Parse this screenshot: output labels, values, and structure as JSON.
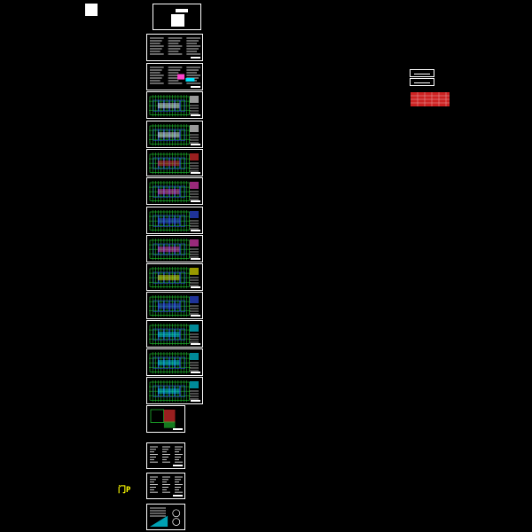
{
  "canvas": {
    "background": "#000000",
    "colors": {
      "border": "#ffffff",
      "grid": "#22cc33",
      "plan_lines": "#3355ff",
      "accent_cyan": "#00e5ff",
      "accent_magenta": "#ff44cc",
      "accent_red": "#ff3333",
      "accent_yellow": "#ffff00"
    }
  },
  "stray_label": {
    "text": "门P"
  },
  "drawing_index": {
    "cover_sheet": {
      "type": "cover"
    },
    "sheets": [
      {
        "kind": "notes"
      },
      {
        "kind": "notes-color"
      },
      {
        "kind": "plan",
        "accent": "#ffffff"
      },
      {
        "kind": "plan",
        "accent": "#ffffff"
      },
      {
        "kind": "plan",
        "accent": "#ff3333"
      },
      {
        "kind": "plan",
        "accent": "#ff44cc"
      },
      {
        "kind": "plan",
        "accent": "#3355ff"
      },
      {
        "kind": "plan",
        "accent": "#ff44cc"
      },
      {
        "kind": "plan",
        "accent": "#ffff00"
      },
      {
        "kind": "plan",
        "accent": "#3355ff"
      },
      {
        "kind": "plan",
        "accent": "#00e5ff"
      },
      {
        "kind": "plan",
        "accent": "#00e5ff"
      },
      {
        "kind": "plan",
        "accent": "#00e5ff"
      },
      {
        "kind": "detail"
      },
      {
        "kind": "notes"
      },
      {
        "kind": "notes"
      },
      {
        "kind": "detail-cyan"
      }
    ]
  },
  "legend": {
    "rows": 2
  },
  "table_block": {
    "color": "#cc2222"
  }
}
